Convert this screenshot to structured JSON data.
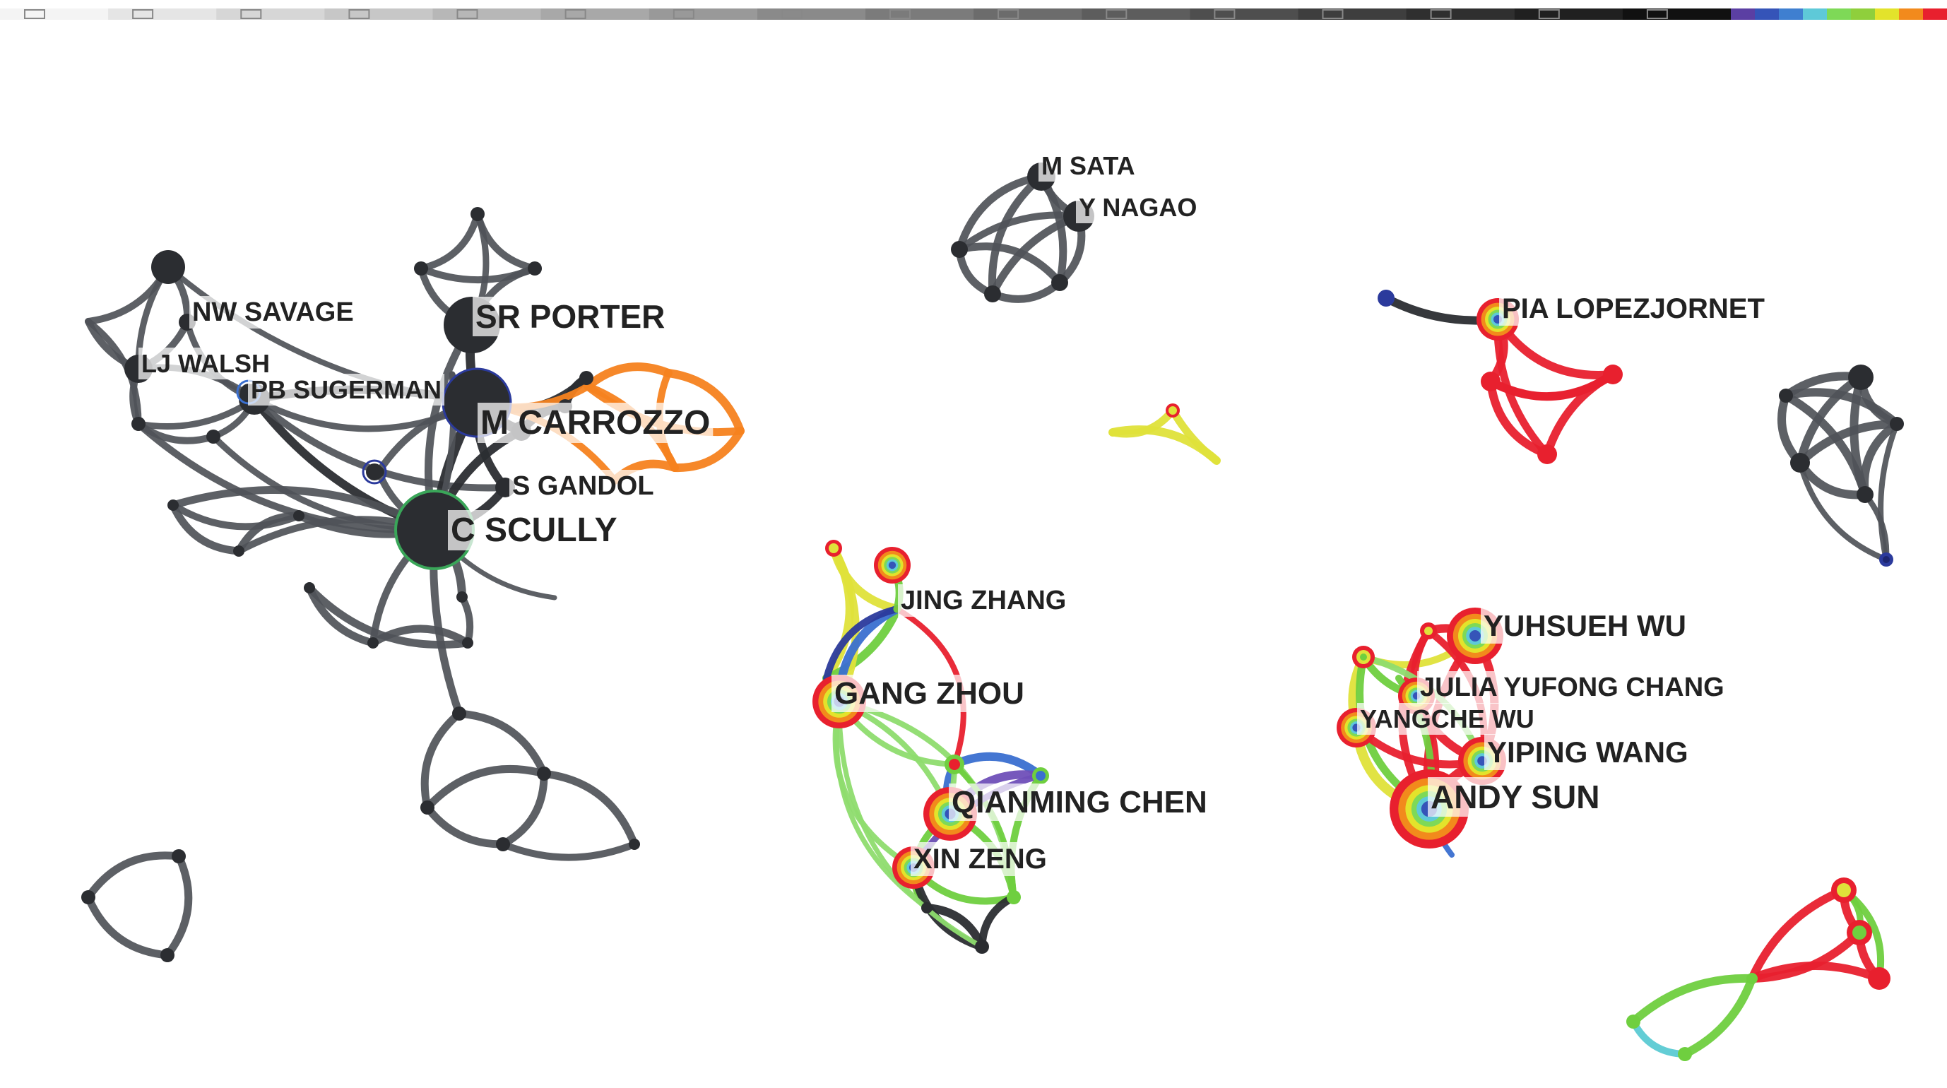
{
  "timeline": {
    "gray_steps": 16,
    "gray_from": "#f4f4f4",
    "gray_to": "#111111",
    "color_steps": [
      "#5b3fa3",
      "#3554b8",
      "#3f7fd0",
      "#5ec9d8",
      "#7ed957",
      "#8fcf3c",
      "#e3e32b",
      "#f28a1c",
      "#e8202e"
    ]
  },
  "colors": {
    "gray": "#4f5258",
    "dark": "#2b2d31",
    "orange": "#f5821f",
    "red": "#e8202e",
    "yellow": "#dfe23a",
    "green": "#6fcf3f",
    "lightgreen": "#8edc6e",
    "blue": "#3a6fd0",
    "navy": "#2b3a9c",
    "cyan": "#5bcad3",
    "purple": "#6f4fb8"
  },
  "authors": [
    {
      "id": "nw-savage",
      "label": "NW SAVAGE"
    },
    {
      "id": "sr-porter",
      "label": "SR PORTER"
    },
    {
      "id": "lj-walsh",
      "label": "LJ WALSH"
    },
    {
      "id": "pb-sugerman",
      "label": "PB SUGERMAN"
    },
    {
      "id": "m-carrozzo",
      "label": "M CARROZZO"
    },
    {
      "id": "s-gandol",
      "label": "S GANDOL"
    },
    {
      "id": "c-scully",
      "label": "C SCULLY"
    },
    {
      "id": "m-sata",
      "label": "M SATA"
    },
    {
      "id": "y-nagao",
      "label": "Y NAGAO"
    },
    {
      "id": "pia-lopezjornet",
      "label": "PIA LOPEZJORNET"
    },
    {
      "id": "jing-zhang",
      "label": "JING ZHANG"
    },
    {
      "id": "gang-zhou",
      "label": "GANG ZHOU"
    },
    {
      "id": "qianming-chen",
      "label": "QIANMING CHEN"
    },
    {
      "id": "xin-zeng",
      "label": "XIN ZENG"
    },
    {
      "id": "yuhsueh-wu",
      "label": "YUHSUEH WU"
    },
    {
      "id": "julia-yufong-chang",
      "label": "JULIA YUFONG CHANG"
    },
    {
      "id": "yangche-wu",
      "label": "YANGCHE WU"
    },
    {
      "id": "yiping-wang",
      "label": "YIPING WANG"
    },
    {
      "id": "andy-sun",
      "label": "ANDY SUN"
    }
  ]
}
